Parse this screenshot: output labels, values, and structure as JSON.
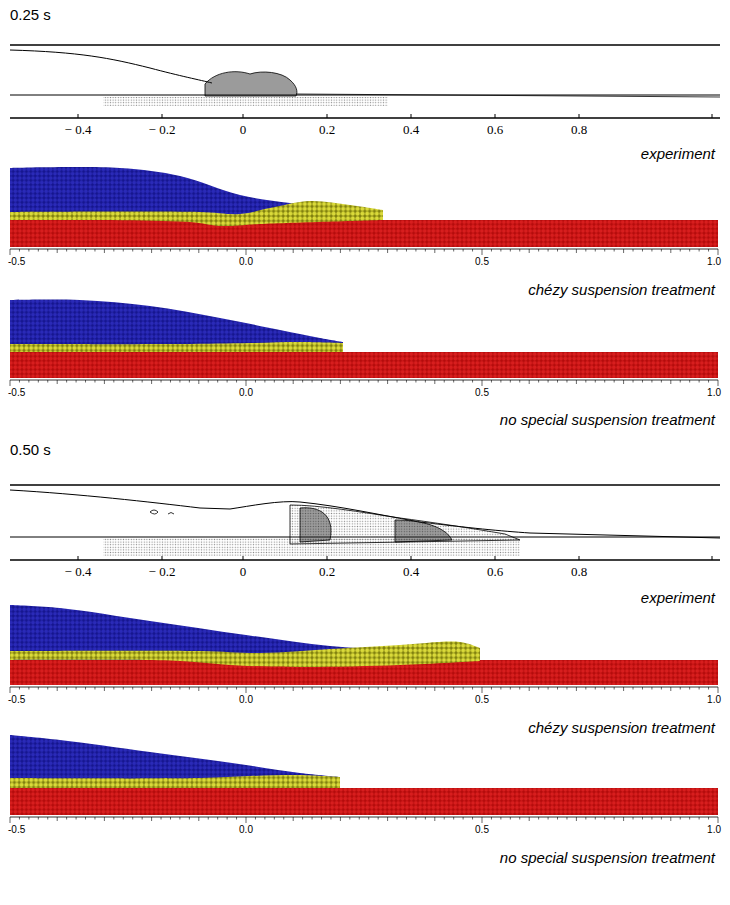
{
  "diagram": {
    "labels": [
      "0.25 s",
      "− 0.4",
      "− 0.2",
      "0",
      "0.2",
      "0.4",
      "0.6",
      "0.8",
      "experiment",
      "-0.5",
      "0.0",
      "0.5",
      "1.0",
      "chézy suspension treatment",
      "-0.5",
      "0.0",
      "0.5",
      "1.0",
      "no special suspension treatment",
      "0.50 s",
      "− 0.4",
      "− 0.2",
      "0",
      "0.2",
      "0.4",
      "0.6",
      "0.8",
      "experiment",
      "-0.5",
      "0.0",
      "0.5",
      "1.0",
      "chézy suspension treatment",
      "-0.5",
      "0.0",
      "0.5",
      "1.0",
      "no special suspension treatment"
    ]
  }
}
